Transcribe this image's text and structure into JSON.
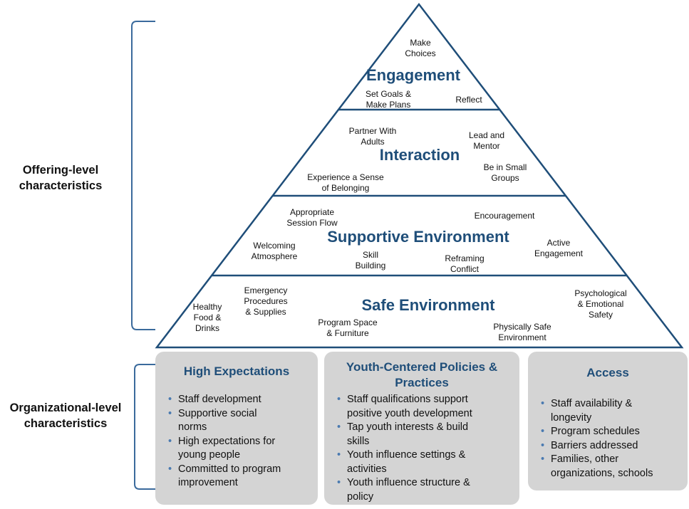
{
  "side_labels": {
    "offering": [
      "Offering-level",
      "characteristics"
    ],
    "organizational": [
      "Organizational-level",
      "characteristics"
    ]
  },
  "pyramid": {
    "engagement": {
      "title": "Engagement",
      "make_choices": [
        "Make",
        "Choices"
      ],
      "set_goals": [
        "Set Goals &",
        "Make Plans"
      ],
      "reflect": "Reflect"
    },
    "interaction": {
      "title": "Interaction",
      "partner": [
        "Partner With",
        "Adults"
      ],
      "lead": [
        "Lead and",
        "Mentor"
      ],
      "belonging": [
        "Experience a Sense",
        "of Belonging"
      ],
      "small_groups": [
        "Be in Small",
        "Groups"
      ]
    },
    "supportive": {
      "title": "Supportive Environment",
      "session_flow": [
        "Appropriate",
        "Session Flow"
      ],
      "encouragement": "Encouragement",
      "welcoming": [
        "Welcoming",
        "Atmosphere"
      ],
      "active": [
        "Active",
        "Engagement"
      ],
      "skill": [
        "Skill",
        "Building"
      ],
      "reframing": [
        "Reframing",
        "Conflict"
      ]
    },
    "safe": {
      "title": "Safe Environment",
      "healthy": [
        "Healthy",
        "Food &",
        "Drinks"
      ],
      "emergency": [
        "Emergency",
        "Procedures",
        "& Supplies"
      ],
      "psychological": [
        "Psychological",
        "& Emotional",
        "Safety"
      ],
      "space": [
        "Program Space",
        "& Furniture"
      ],
      "physical": [
        "Physically Safe",
        "Environment"
      ]
    }
  },
  "cards": [
    {
      "title": [
        "High Expectations"
      ],
      "items": [
        [
          "Staff development"
        ],
        [
          "Supportive social",
          "norms"
        ],
        [
          "High expectations for",
          "young people"
        ],
        [
          "Committed to program",
          "improvement"
        ]
      ]
    },
    {
      "title": [
        "Youth-Centered Policies &",
        "Practices"
      ],
      "items": [
        [
          "Staff qualifications support",
          "positive youth development"
        ],
        [
          "Tap youth interests & build",
          "skills"
        ],
        [
          "Youth influence settings &",
          "activities"
        ],
        [
          "Youth influence structure &",
          "policy"
        ]
      ]
    },
    {
      "title": [
        "Access"
      ],
      "items": [
        [
          "Staff availability &",
          "longevity"
        ],
        [
          "Program schedules"
        ],
        [
          "Barriers addressed"
        ],
        [
          "Families, other",
          "organizations, schools"
        ]
      ]
    }
  ],
  "colors": {
    "title_blue": "#1f4e79",
    "outline_blue": "#1f4e79",
    "bracket_blue": "#3a6a9c",
    "card_gray": "#d4d4d4",
    "bullet_blue": "#4a7ab0"
  }
}
